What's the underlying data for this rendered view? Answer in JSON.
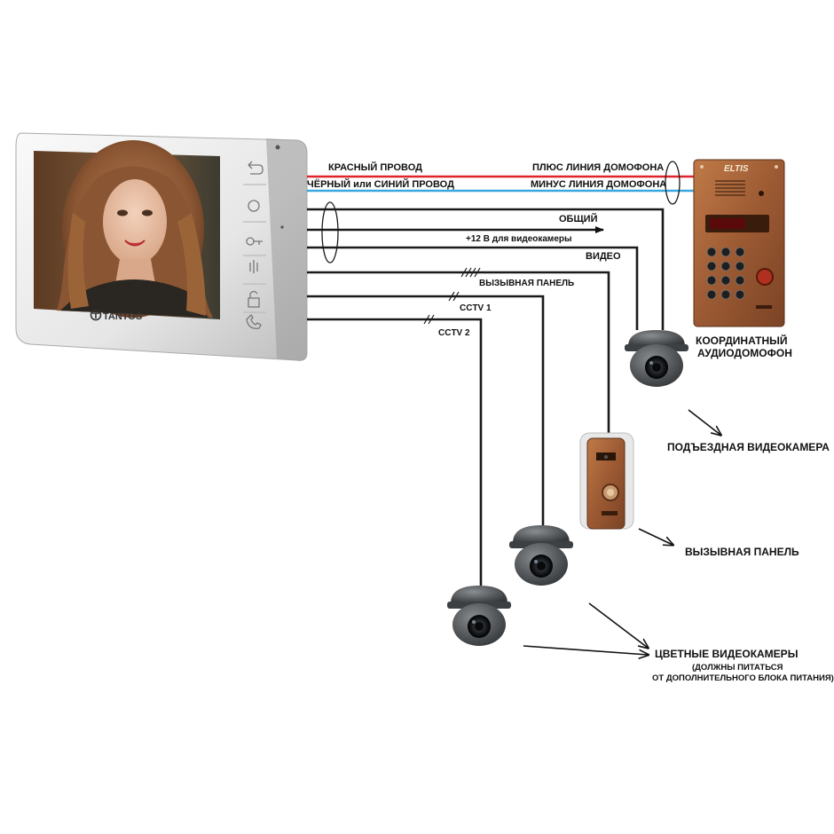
{
  "monitor": {
    "brand": "TANTOS"
  },
  "intercom_panel": {
    "brand": "ELTIS"
  },
  "wires": {
    "red": "КРАСНЫЙ  ПРОВОД",
    "black_or_blue": "ЧЁРНЫЙ или СИНИЙ  ПРОВОД",
    "line_plus": "ПЛЮС  ЛИНИЯ ДОМОФОНА",
    "line_minus": "МИНУС ЛИНИЯ ДОМОФОНА",
    "common": "ОБЩИЙ",
    "power": "+12 В для видеокамеры",
    "video": "ВИДЕО",
    "call_panel": "ВЫЗЫВНАЯ ПАНЕЛЬ",
    "cctv1": "CCTV 1",
    "cctv2": "CCTV 2"
  },
  "callouts": {
    "intercom_line1": "КООРДИНАТНЫЙ",
    "intercom_line2": "АУДИОДОМОФОН",
    "entrance_camera": "ПОДЪЕЗДНАЯ ВИДЕОКАМЕРА",
    "call_panel": "ВЫЗЫВНАЯ ПАНЕЛЬ",
    "color_cameras": "ЦВЕТНЫЕ ВИДЕОКАМЕРЫ",
    "power_note_line1": "(ДОЛЖНЫ ПИТАТЬСЯ",
    "power_note_line2": "ОТ ДОПОЛНИТЕЛЬНОГО БЛОКА ПИТАНИЯ)"
  },
  "colors": {
    "red_wire": "#e0242c",
    "blue_wire": "#3aa8e0",
    "black_wire": "#1a1a1a",
    "panel_bronze": "#a9643a",
    "camera_gray": "#55595c"
  }
}
